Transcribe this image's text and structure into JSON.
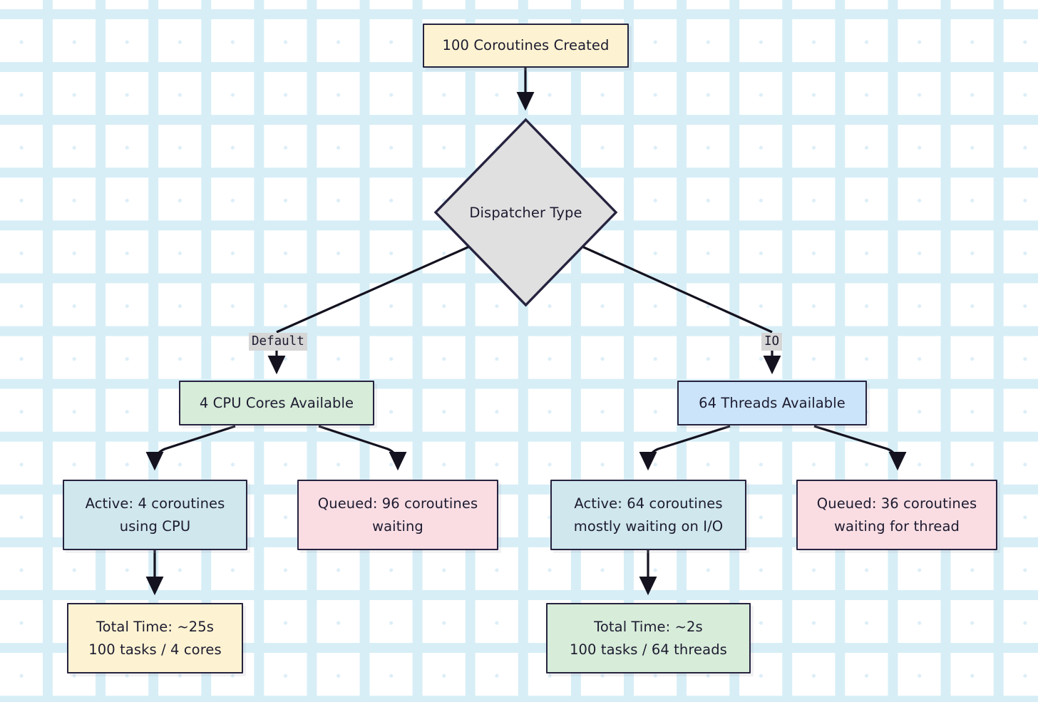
{
  "diagram": {
    "title": "Coroutine Dispatcher Flowchart",
    "background_color": "#ffffff",
    "pattern_color": "#ddeef7",
    "stroke_color": "#26233f",
    "edge_color": "#14121f",
    "text_color": "#1d1b30"
  },
  "nodes": {
    "start": {
      "label": "100 Coroutines Created",
      "shape": "rectangle",
      "fill": "#fdf3d2"
    },
    "decision": {
      "label": "Dispatcher Type",
      "shape": "diamond",
      "fill": "#e0e0e0"
    },
    "cpu_cores": {
      "label": "4 CPU Cores Available",
      "shape": "rectangle",
      "fill": "#d7ecd9"
    },
    "threads": {
      "label": "64 Threads Available",
      "shape": "rectangle",
      "fill": "#cbe4f9"
    },
    "active_cpu": {
      "line1": "Active: 4 coroutines",
      "line2": "using CPU",
      "shape": "rectangle",
      "fill": "#cfe7ed"
    },
    "queued_cpu": {
      "line1": "Queued: 96 coroutines",
      "line2": "waiting",
      "shape": "rectangle",
      "fill": "#f9dde3"
    },
    "active_io": {
      "line1": "Active: 64 coroutines",
      "line2": "mostly waiting on I/O",
      "shape": "rectangle",
      "fill": "#cfe7ed"
    },
    "queued_io": {
      "line1": "Queued: 36 coroutines",
      "line2": "waiting for thread",
      "shape": "rectangle",
      "fill": "#f9dde3"
    },
    "total_cpu": {
      "line1": "Total Time: ~25s",
      "line2": "100 tasks / 4 cores",
      "shape": "rectangle",
      "fill": "#fdf3d2"
    },
    "total_io": {
      "line1": "Total Time: ~2s",
      "line2": "100 tasks / 64 threads",
      "shape": "rectangle",
      "fill": "#d7ecd9"
    }
  },
  "edge_labels": {
    "default": "Default",
    "io": "IO"
  },
  "chart_data": {
    "type": "diagram",
    "subtype": "flowchart",
    "direction": "top-down",
    "node_list": [
      {
        "id": "start",
        "text": "100 Coroutines Created",
        "shape": "rect",
        "fill": "#fdf3d2"
      },
      {
        "id": "decision",
        "text": "Dispatcher Type",
        "shape": "diamond",
        "fill": "#e0e0e0"
      },
      {
        "id": "cpu_cores",
        "text": "4 CPU Cores Available",
        "shape": "rect",
        "fill": "#d7ecd9"
      },
      {
        "id": "threads",
        "text": "64 Threads Available",
        "shape": "rect",
        "fill": "#cbe4f9"
      },
      {
        "id": "active_cpu",
        "text": "Active: 4 coroutines using CPU",
        "shape": "rect",
        "fill": "#cfe7ed"
      },
      {
        "id": "queued_cpu",
        "text": "Queued: 96 coroutines waiting",
        "shape": "rect",
        "fill": "#f9dde3"
      },
      {
        "id": "active_io",
        "text": "Active: 64 coroutines mostly waiting on I/O",
        "shape": "rect",
        "fill": "#cfe7ed"
      },
      {
        "id": "queued_io",
        "text": "Queued: 36 coroutines waiting for thread",
        "shape": "rect",
        "fill": "#f9dde3"
      },
      {
        "id": "total_cpu",
        "text": "Total Time: ~25s 100 tasks / 4 cores",
        "shape": "rect",
        "fill": "#fdf3d2"
      },
      {
        "id": "total_io",
        "text": "Total Time: ~2s 100 tasks / 64 threads",
        "shape": "rect",
        "fill": "#d7ecd9"
      }
    ],
    "edge_list": [
      {
        "from": "start",
        "to": "decision",
        "label": ""
      },
      {
        "from": "decision",
        "to": "cpu_cores",
        "label": "Default"
      },
      {
        "from": "decision",
        "to": "threads",
        "label": "IO"
      },
      {
        "from": "cpu_cores",
        "to": "active_cpu",
        "label": ""
      },
      {
        "from": "cpu_cores",
        "to": "queued_cpu",
        "label": ""
      },
      {
        "from": "threads",
        "to": "active_io",
        "label": ""
      },
      {
        "from": "threads",
        "to": "queued_io",
        "label": ""
      },
      {
        "from": "active_cpu",
        "to": "total_cpu",
        "label": ""
      },
      {
        "from": "active_io",
        "to": "total_io",
        "label": ""
      }
    ]
  }
}
